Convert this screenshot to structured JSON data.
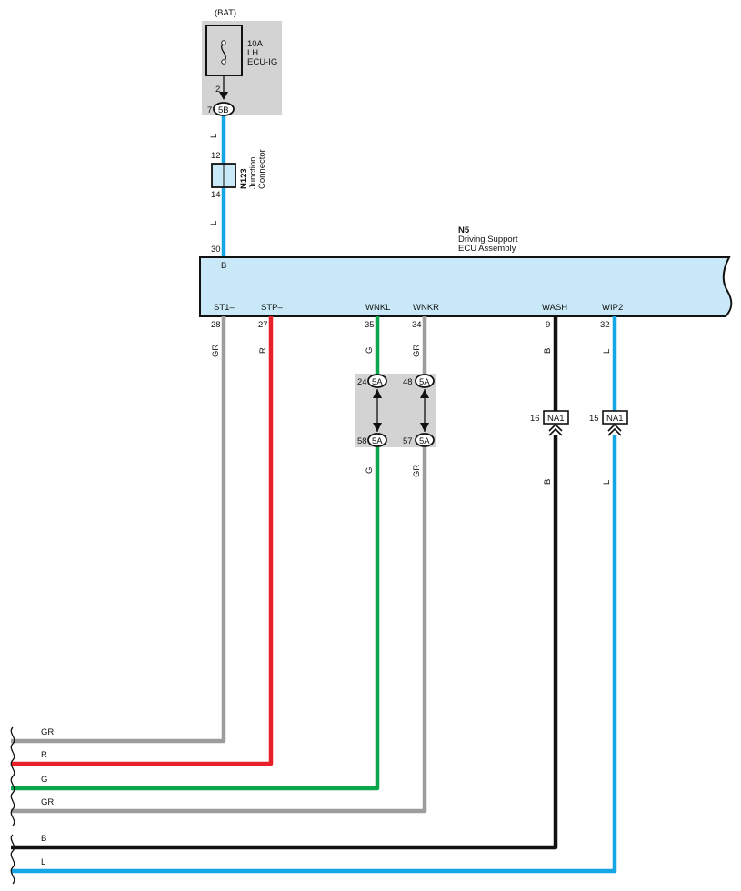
{
  "power": {
    "source_label": "(BAT)",
    "fuse_amp": "10A",
    "fuse_name_1": "LH",
    "fuse_name_2": "ECU-IG",
    "fuse_pin": "2",
    "conn_pin": "7",
    "conn_id": "5B"
  },
  "junction": {
    "pin_top": "12",
    "pin_bottom": "14",
    "code": "N123",
    "name_1": "Junction",
    "name_2": "Connector"
  },
  "ecu": {
    "code": "N5",
    "name_1": "Driving Support",
    "name_2": "ECU Assembly",
    "input_pin": "30",
    "input_conn": "B"
  },
  "terminals": [
    {
      "name": "ST1–",
      "pin": "28",
      "color": "GR"
    },
    {
      "name": "STP–",
      "pin": "27",
      "color": "R"
    },
    {
      "name": "WNKL",
      "pin": "35",
      "color": "G"
    },
    {
      "name": "WNKR",
      "pin": "34",
      "color": "GR"
    },
    {
      "name": "WASH",
      "pin": "9",
      "color": "B"
    },
    {
      "name": "WIP2",
      "pin": "32",
      "color": "L"
    }
  ],
  "supply_wire": {
    "color_1": "L",
    "color_2": "L"
  },
  "connector_5A": {
    "id": "5A",
    "left_top_pin": "24",
    "right_top_pin": "48",
    "left_bottom_pin": "58",
    "right_bottom_pin": "57",
    "left_below_color": "G",
    "right_below_color": "GR"
  },
  "connector_NA1": {
    "id": "NA1",
    "wash_pin": "16",
    "wip_pin": "15",
    "wash_below_color": "B",
    "wip_below_color": "L"
  },
  "bottom_wires": [
    "GR",
    "R",
    "G",
    "GR",
    "B",
    "L"
  ],
  "colors": {
    "L": "#16a6e6",
    "GR": "#9d9d9d",
    "R": "#e8202a",
    "G": "#0aa64c",
    "B": "#111111",
    "ecu_fill": "#c9e9f8",
    "shade": "#d3d3d3"
  }
}
